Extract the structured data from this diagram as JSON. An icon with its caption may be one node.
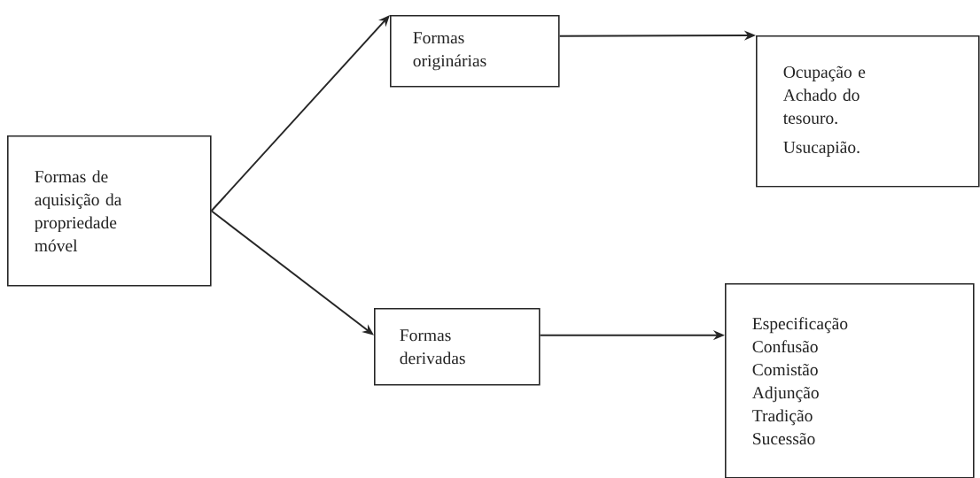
{
  "diagram": {
    "nodes": [
      {
        "text": [
          "Formas de aquisição da propriedade móvel"
        ]
      },
      {
        "text": [
          "Formas originárias"
        ]
      },
      {
        "text": [
          "Ocupação e Achado do tesouro.",
          "Usucapião."
        ]
      },
      {
        "text": [
          "Formas derivadas"
        ]
      },
      {
        "text": [
          "Especificação",
          "Confusão",
          "Comistão",
          "Adjunção",
          "Tradição",
          "Sucessão"
        ]
      }
    ],
    "edges": [
      {
        "from": 0,
        "to": 1,
        "arrow": "to"
      },
      {
        "from": 0,
        "to": 3,
        "arrow": "to"
      },
      {
        "from": 1,
        "to": 2,
        "arrow": "to"
      },
      {
        "from": 3,
        "to": 4,
        "arrow": "to"
      }
    ]
  }
}
